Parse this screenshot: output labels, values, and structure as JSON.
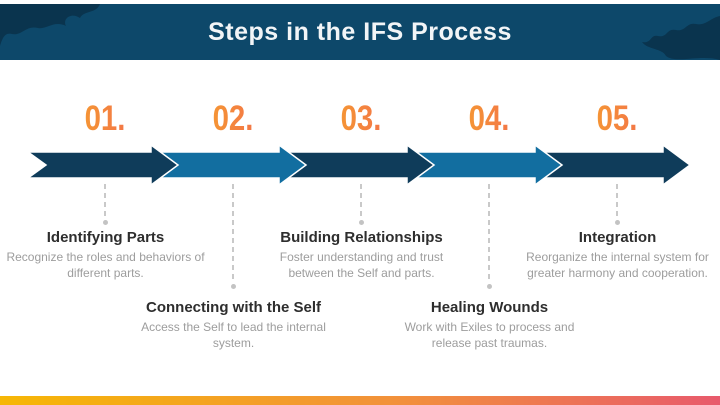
{
  "header": {
    "title": "Steps in the IFS Process"
  },
  "steps": [
    {
      "number": "01.",
      "title": "Identifying Parts",
      "description": "Recognize the roles and behaviors of different parts."
    },
    {
      "number": "02.",
      "title": "Connecting with the Self",
      "description": "Access the Self to lead the internal system."
    },
    {
      "number": "03.",
      "title": "Building Relationships",
      "description": "Foster understanding and trust between the Self and parts."
    },
    {
      "number": "04.",
      "title": "Healing Wounds",
      "description": "Work with Exiles to process and release past traumas."
    },
    {
      "number": "05.",
      "title": "Integration",
      "description": "Reorganize the internal system for greater harmony and cooperation."
    }
  ],
  "colors": {
    "header_bg": "#0D486A",
    "header_blob": "#0A344E",
    "arrow_dark": "#0F3C5A",
    "arrow_light": "#126EA0",
    "number_gradient_start": "#F6A42C",
    "number_gradient_end": "#F2684F",
    "footer_gradient_start": "#F6B705",
    "footer_gradient_mid": "#F2913B",
    "footer_gradient_end": "#E85A6C",
    "title_text": "#F2F5F7",
    "step_title_text": "#2E2E2E",
    "step_description_text": "#9D9D9D",
    "dash_line": "#C9C9C9"
  }
}
